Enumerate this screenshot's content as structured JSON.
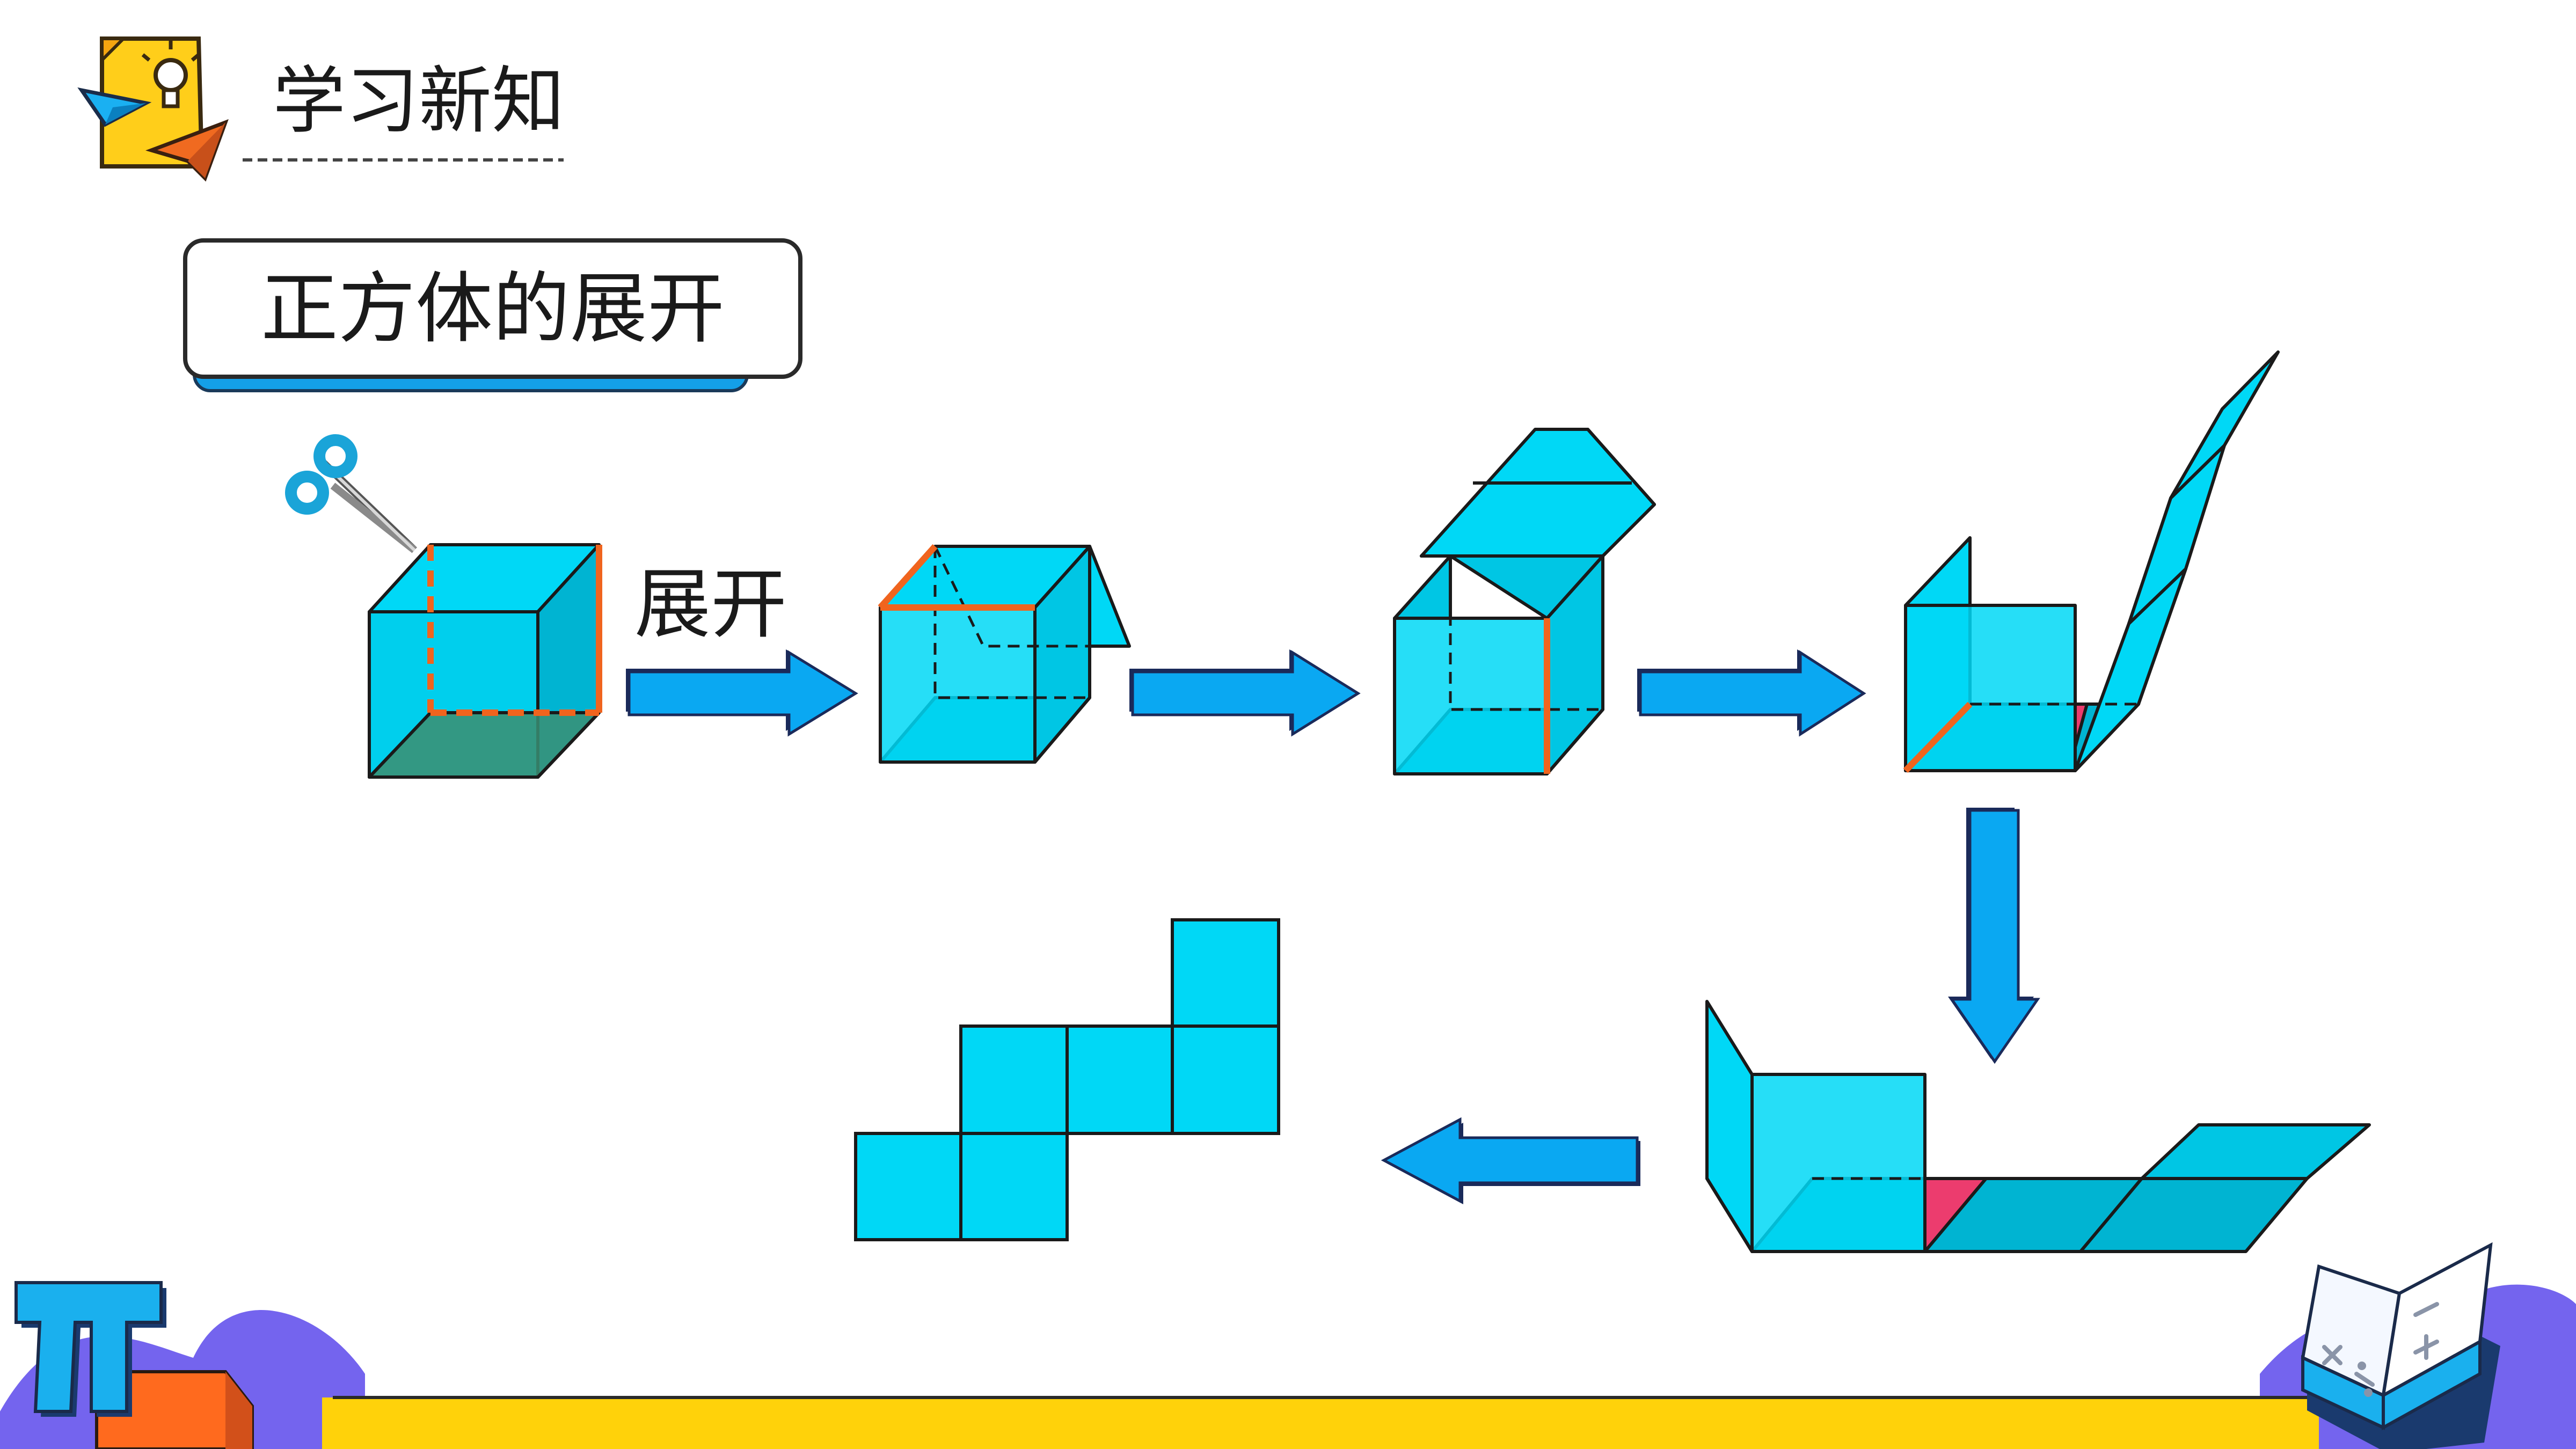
{
  "header": {
    "title": "学习新知"
  },
  "section": {
    "label": "正方体的展开"
  },
  "steps": {
    "unfold_label": "展开"
  },
  "colors": {
    "face": "#00d8f6",
    "face_shade": "#00b4d2",
    "bottom_face_first": "#3a8f74",
    "cut_edge": "#f0641e",
    "arrow": "#0aa8f2",
    "pink_triangle": "#ec3c6e",
    "yellow_band": "#ffd20a",
    "purple_wave": "#7464ee",
    "orange_block": "#ff6a1e"
  },
  "icons": {
    "header": "lightbulb-paper-plane-icon",
    "scissors": "scissors-icon",
    "pi": "pi-symbol-icon",
    "book": "math-book-icon"
  }
}
